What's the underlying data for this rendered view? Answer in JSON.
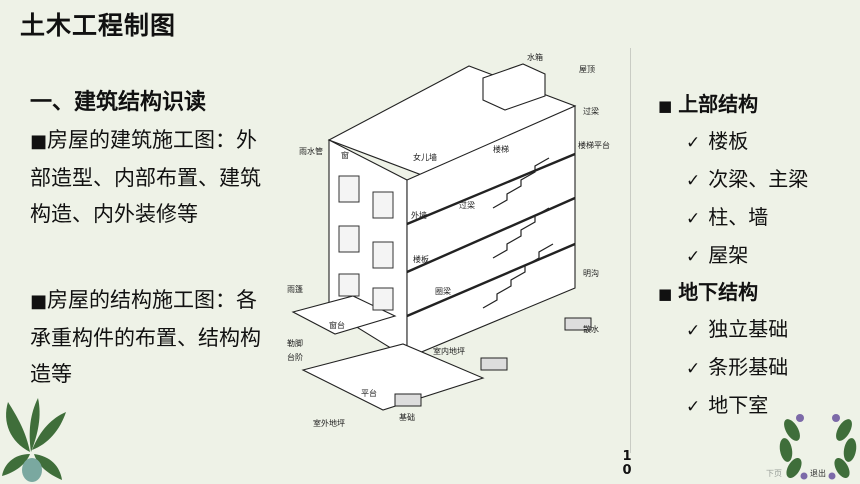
{
  "title": "土木工程制图",
  "left": {
    "heading": "一、建筑结构识读",
    "p1": {
      "bullet": "■",
      "text": "房屋的建筑施工图：外部造型、内部布置、建筑构造、内外装修等"
    },
    "p2": {
      "bullet": "■",
      "text": "房屋的结构施工图：各承重构件的布置、结构构造等"
    }
  },
  "right": {
    "sections": [
      {
        "bullet": "■",
        "heading": "上部结构",
        "items": [
          "楼板",
          "次梁、主梁",
          "柱、墙",
          "屋架"
        ]
      },
      {
        "bullet": "■",
        "heading": "地下结构",
        "items": [
          "独立基础",
          "条形基础",
          "地下室"
        ]
      }
    ],
    "check": "✓"
  },
  "page_number": [
    "1",
    "0"
  ],
  "nav": {
    "next": "下页",
    "exit": "退出"
  },
  "drawing_labels": {
    "l1": "水箱",
    "l2": "屋顶",
    "l3": "女儿墙",
    "l4": "过梁",
    "l5": "楼梯平台",
    "l6": "雨水管",
    "l7": "窗",
    "l8": "楼梯",
    "l9": "外墙",
    "l10": "过梁",
    "l11": "圈梁",
    "l12": "楼板",
    "l13": "窗台",
    "l14": "勒脚",
    "l15": "台阶",
    "l16": "散水",
    "l17": "室外地坪",
    "l18": "基础",
    "l19": "室内地坪",
    "l20": "明沟",
    "l21": "雨篷",
    "l22": "平台"
  }
}
